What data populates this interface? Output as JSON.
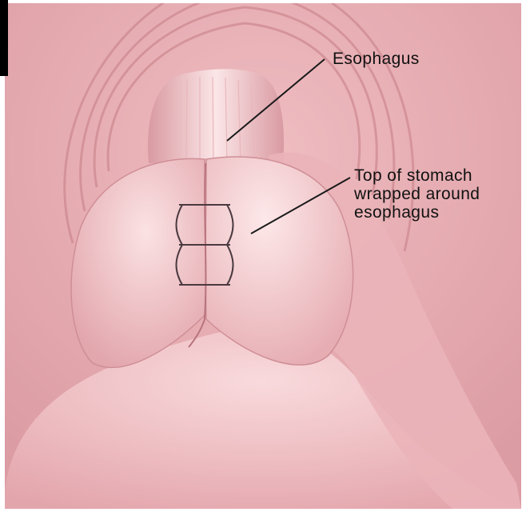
{
  "labels": {
    "esophagus": "Esophagus",
    "stomach_wrap": [
      "Top of stomach",
      "wrapped around",
      "esophagus"
    ]
  },
  "colors": {
    "background": "#e8acb1",
    "tissue": "#f2c8cb",
    "tissue_shadow": "#cf8e96",
    "muscle_highlight": "#fae0e1",
    "suture": "#4a3a40",
    "leader_line": "#1a1a1a"
  }
}
